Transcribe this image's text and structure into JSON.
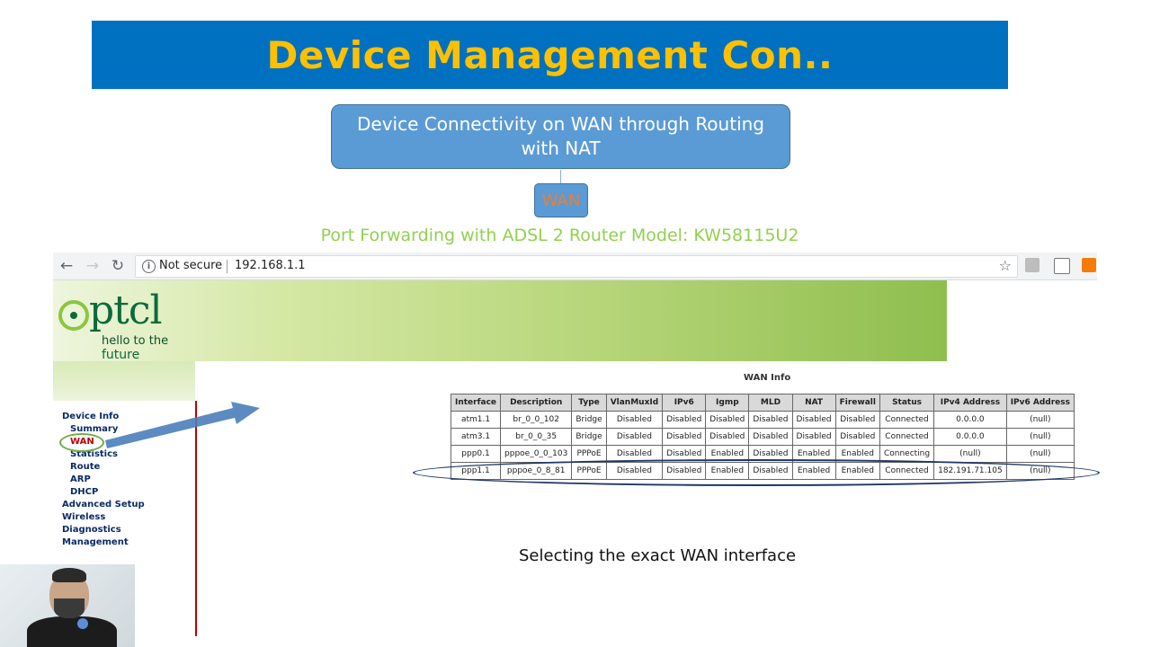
{
  "slide": {
    "title": "Device Management Con..",
    "box_text": "Device Connectivity on WAN through Routing with NAT",
    "wan_label": "WAN",
    "subtitle": "Port Forwarding  with ADSL 2 Router Model: KW58115U2",
    "caption": "Selecting the exact WAN interface"
  },
  "browser": {
    "security_label": "Not secure",
    "url": "192.168.1.1"
  },
  "router_page": {
    "logo": {
      "text": "ptcl",
      "tagline_line1": "hello to the",
      "tagline_line2": "future"
    },
    "menu": [
      {
        "label": "Device Info",
        "indent": false
      },
      {
        "label": "Summary",
        "indent": true
      },
      {
        "label": "WAN",
        "indent": true,
        "highlighted": true
      },
      {
        "label": "Statistics",
        "indent": true
      },
      {
        "label": "Route",
        "indent": true
      },
      {
        "label": "ARP",
        "indent": true
      },
      {
        "label": "DHCP",
        "indent": true
      },
      {
        "label": "Advanced Setup",
        "indent": false
      },
      {
        "label": "Wireless",
        "indent": false
      },
      {
        "label": "Diagnostics",
        "indent": false
      },
      {
        "label": "Management",
        "indent": false
      }
    ],
    "wan_info_title": "WAN Info",
    "table_headers": [
      "Interface",
      "Description",
      "Type",
      "VlanMuxId",
      "IPv6",
      "Igmp",
      "MLD",
      "NAT",
      "Firewall",
      "Status",
      "IPv4 Address",
      "IPv6 Address"
    ],
    "table_rows": [
      [
        "atm1.1",
        "br_0_0_102",
        "Bridge",
        "Disabled",
        "Disabled",
        "Disabled",
        "Disabled",
        "Disabled",
        "Disabled",
        "Connected",
        "0.0.0.0",
        "(null)"
      ],
      [
        "atm3.1",
        "br_0_0_35",
        "Bridge",
        "Disabled",
        "Disabled",
        "Disabled",
        "Disabled",
        "Disabled",
        "Disabled",
        "Connected",
        "0.0.0.0",
        "(null)"
      ],
      [
        "ppp0.1",
        "pppoe_0_0_103",
        "PPPoE",
        "Disabled",
        "Disabled",
        "Enabled",
        "Disabled",
        "Enabled",
        "Enabled",
        "Connecting",
        "(null)",
        "(null)"
      ],
      [
        "ppp1.1",
        "pppoe_0_8_81",
        "PPPoE",
        "Disabled",
        "Disabled",
        "Enabled",
        "Disabled",
        "Enabled",
        "Enabled",
        "Connected",
        "182.191.71.105",
        "(null)"
      ]
    ]
  },
  "colors": {
    "banner": "#0070c0",
    "title": "#ffc000",
    "box": "#5b9bd5",
    "wan_text": "#ed7d31",
    "subtitle": "#92d050",
    "arrow": "#4a7ebb",
    "highlight_circle": "#70ad47"
  }
}
